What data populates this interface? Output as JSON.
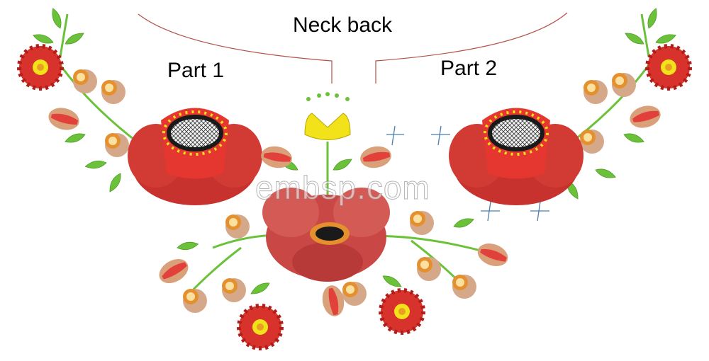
{
  "labels": {
    "neck_back": "Neck back",
    "part1": "Part 1",
    "part2": "Part 2"
  },
  "watermark": "embsp.com",
  "colors": {
    "neckline": "#b4504a",
    "poppy_red": "#d8322c",
    "leaf_green": "#6cc13a",
    "bud_tan": "#d9a07a",
    "center_yellow": "#f2e21a",
    "marker_blue": "#4a7fb0"
  }
}
